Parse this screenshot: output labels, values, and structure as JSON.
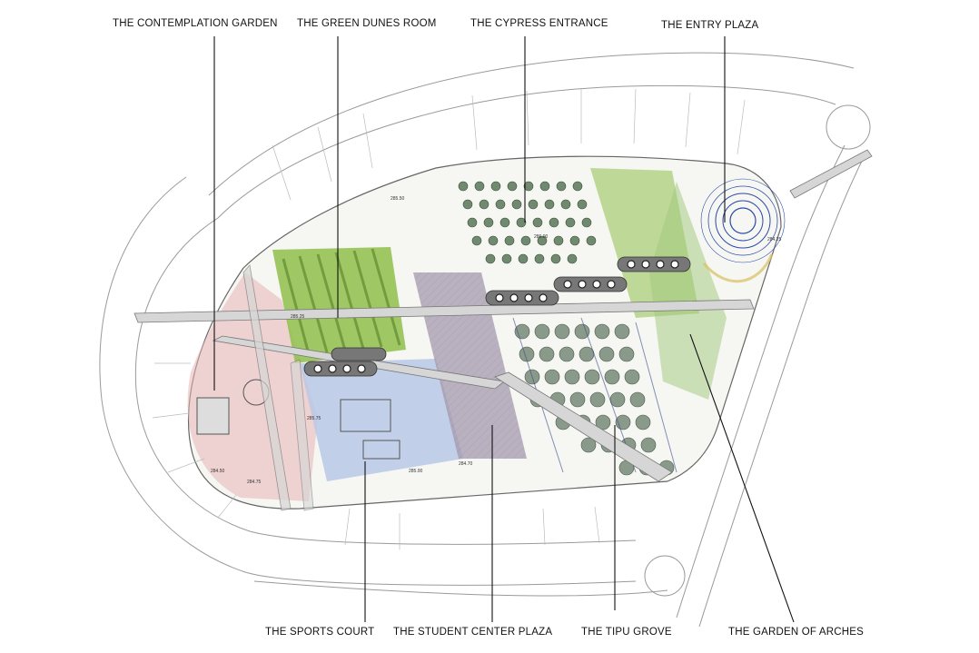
{
  "labels": {
    "top": [
      "THE CONTEMPLATION GARDEN",
      "THE GREEN DUNES ROOM",
      "THE CYPRESS ENTRANCE",
      "THE ENTRY PLAZA"
    ],
    "bottom": [
      "THE SPORTS COURT",
      "THE STUDENT CENTER PLAZA",
      "THE TIPU GROVE",
      "THE GARDEN OF ARCHES"
    ]
  },
  "elevations": [
    "284.50",
    "284.75",
    "285.00",
    "285.25",
    "285.50",
    "285.75",
    "286.00",
    "284.25",
    "284.70"
  ],
  "colors": {
    "green": "#8fbf4a",
    "blue": "#b8c8e6",
    "purple": "#a49aae",
    "pink": "#e8b4b4",
    "tree": "#6f8a6e",
    "line": "#777777"
  }
}
